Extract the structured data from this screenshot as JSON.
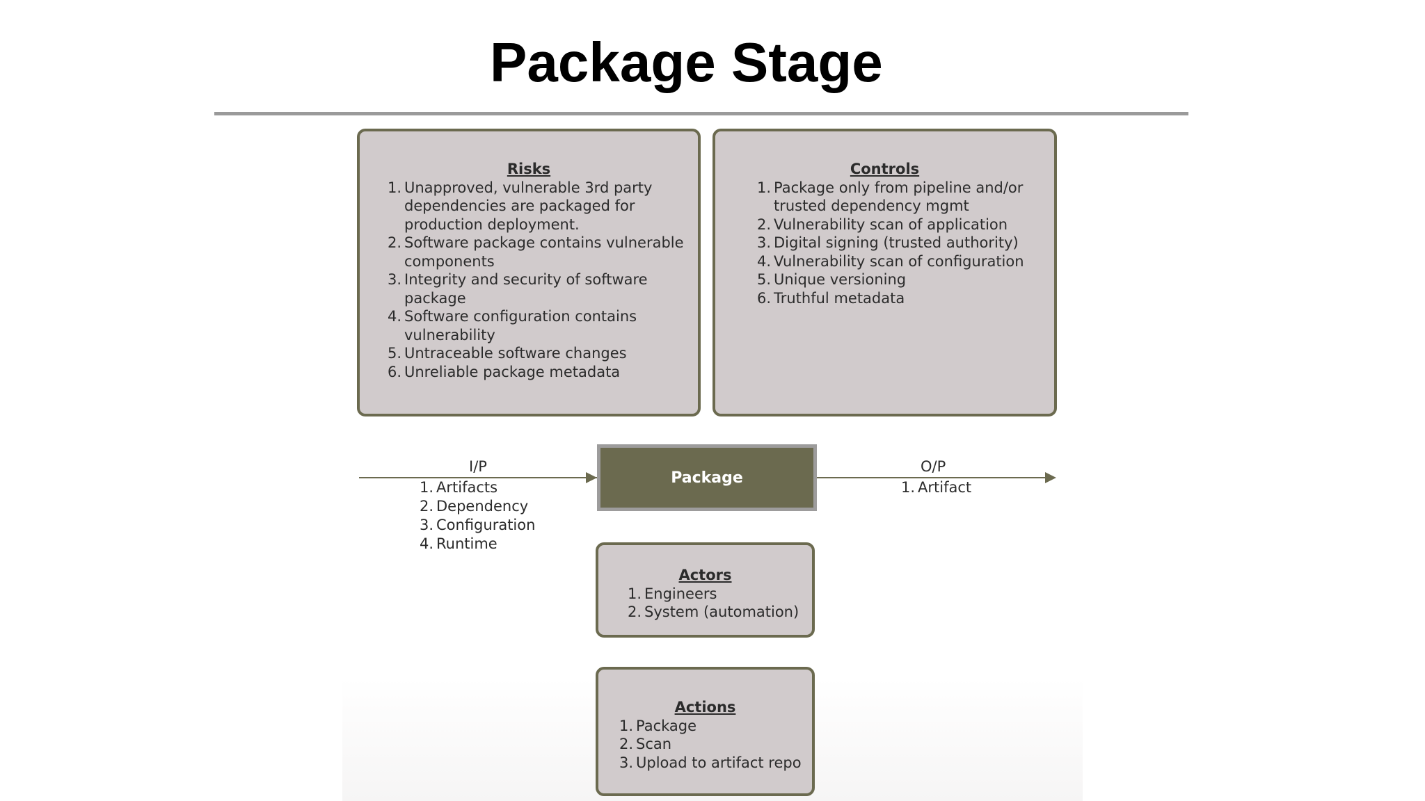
{
  "title": "Package Stage",
  "risks": {
    "heading": "Risks",
    "items": [
      [
        "Unapproved, vulnerable 3rd party",
        "dependencies are packaged for",
        "production deployment."
      ],
      [
        "Software package contains vulnerable",
        "components"
      ],
      [
        "Integrity and security of software",
        "package"
      ],
      [
        "Software configuration contains",
        "vulnerability"
      ],
      [
        "Untraceable software changes"
      ],
      [
        "Unreliable package metadata"
      ]
    ]
  },
  "controls": {
    "heading": "Controls",
    "items": [
      [
        "Package only from pipeline and/or",
        "trusted dependency mgmt"
      ],
      [
        "Vulnerability scan of application"
      ],
      [
        "Digital signing (trusted authority)"
      ],
      [
        "Vulnerability scan of configuration"
      ],
      [
        "Unique versioning"
      ],
      [
        "Truthful metadata"
      ]
    ]
  },
  "process": {
    "label": "Package"
  },
  "input": {
    "label": "I/P",
    "items": [
      "Artifacts",
      "Dependency",
      "Configuration",
      "Runtime"
    ]
  },
  "output": {
    "label": "O/P",
    "items": [
      "Artifact"
    ]
  },
  "actors": {
    "heading": "Actors",
    "items": [
      "Engineers",
      "System (automation)"
    ]
  },
  "actions": {
    "heading": "Actions",
    "items": [
      "Package",
      "Scan",
      "Upload to artifact repo"
    ]
  },
  "colors": {
    "box_fill": "#d1cbcc",
    "box_border": "#6b6a4f",
    "process_fill": "#6b6a4f",
    "process_border": "#9d9c9c",
    "rule": "#9a9a9a"
  }
}
